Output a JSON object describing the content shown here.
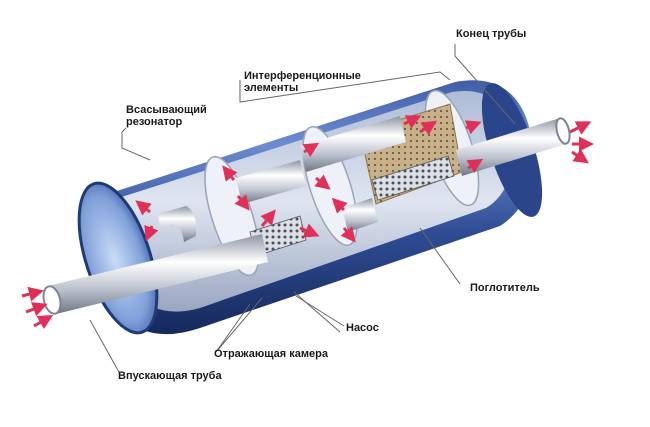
{
  "labels": {
    "pipe_end": "Конец трубы",
    "interference_line1": "Интерференционные",
    "interference_line2": "элементы",
    "suction_line1": "Всасывающий",
    "suction_line2": "резонатор",
    "absorber": "Поглотитель",
    "pump": "Насос",
    "reflection_chamber": "Отражающая камера",
    "inlet_pipe": "Впускающая труба"
  },
  "colors": {
    "shell_dark": "#1e3a78",
    "shell_mid": "#5577c0",
    "shell_light": "#c8d8f4",
    "interior": "#c6cfe2",
    "pipe_light": "#f2f4f7",
    "pipe_dark": "#7d8593",
    "absorber_fill": "#c2ae83",
    "arrow": "#e0305a",
    "leader": "#666666"
  }
}
